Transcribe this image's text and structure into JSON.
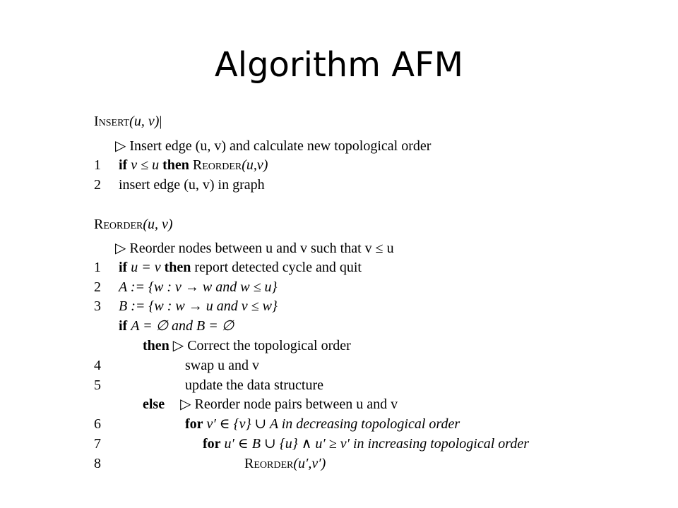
{
  "slide": {
    "title": "Algorithm AFM"
  },
  "insert": {
    "name": "Insert",
    "params": "(u, v)",
    "cursor": "|",
    "comment_glyph": "▷",
    "comment": "Insert edge (u, v) and calculate new topological order",
    "lines": [
      {
        "num": "1",
        "kw_if": "if",
        "cond": "v ≤ u",
        "kw_then": "then",
        "call": "Reorder",
        "args": "(u,v)"
      },
      {
        "num": "2",
        "text": "insert edge (u, v) in graph"
      }
    ]
  },
  "reorder": {
    "name": "Reorder",
    "params": "(u, v)",
    "comment_glyph": "▷",
    "comment": "Reorder nodes between u and v such that v ≤ u",
    "line1": {
      "num": "1",
      "kw_if": "if",
      "cond": "u = v",
      "kw_then": "then",
      "text": "report detected cycle and quit"
    },
    "line2": {
      "num": "2",
      "text": "A := {w : v → w and w ≤ u}"
    },
    "line3": {
      "num": "3",
      "text": "B := {w : w → u and v ≤ w}"
    },
    "if_line": {
      "kw_if": "if",
      "cond": "A = ∅ and B = ∅"
    },
    "then_line": {
      "kw_then": "then",
      "comment_glyph": "▷",
      "comment": "Correct the topological order"
    },
    "line4": {
      "num": "4",
      "text": "swap u and v"
    },
    "line5": {
      "num": "5",
      "text": "update the data structure"
    },
    "else_line": {
      "kw_else": "else",
      "comment_glyph": "▷",
      "comment": "Reorder node pairs between u and v"
    },
    "line6": {
      "num": "6",
      "kw_for": "for",
      "text": "v′ ∈ {v} ∪ A in decreasing topological order"
    },
    "line7": {
      "num": "7",
      "kw_for": "for",
      "text": "u′ ∈ B ∪ {u} ∧ u′ ≥ v′ in increasing topological order"
    },
    "line8": {
      "num": "8",
      "call": "Reorder",
      "args": "(u′,v′)"
    }
  }
}
